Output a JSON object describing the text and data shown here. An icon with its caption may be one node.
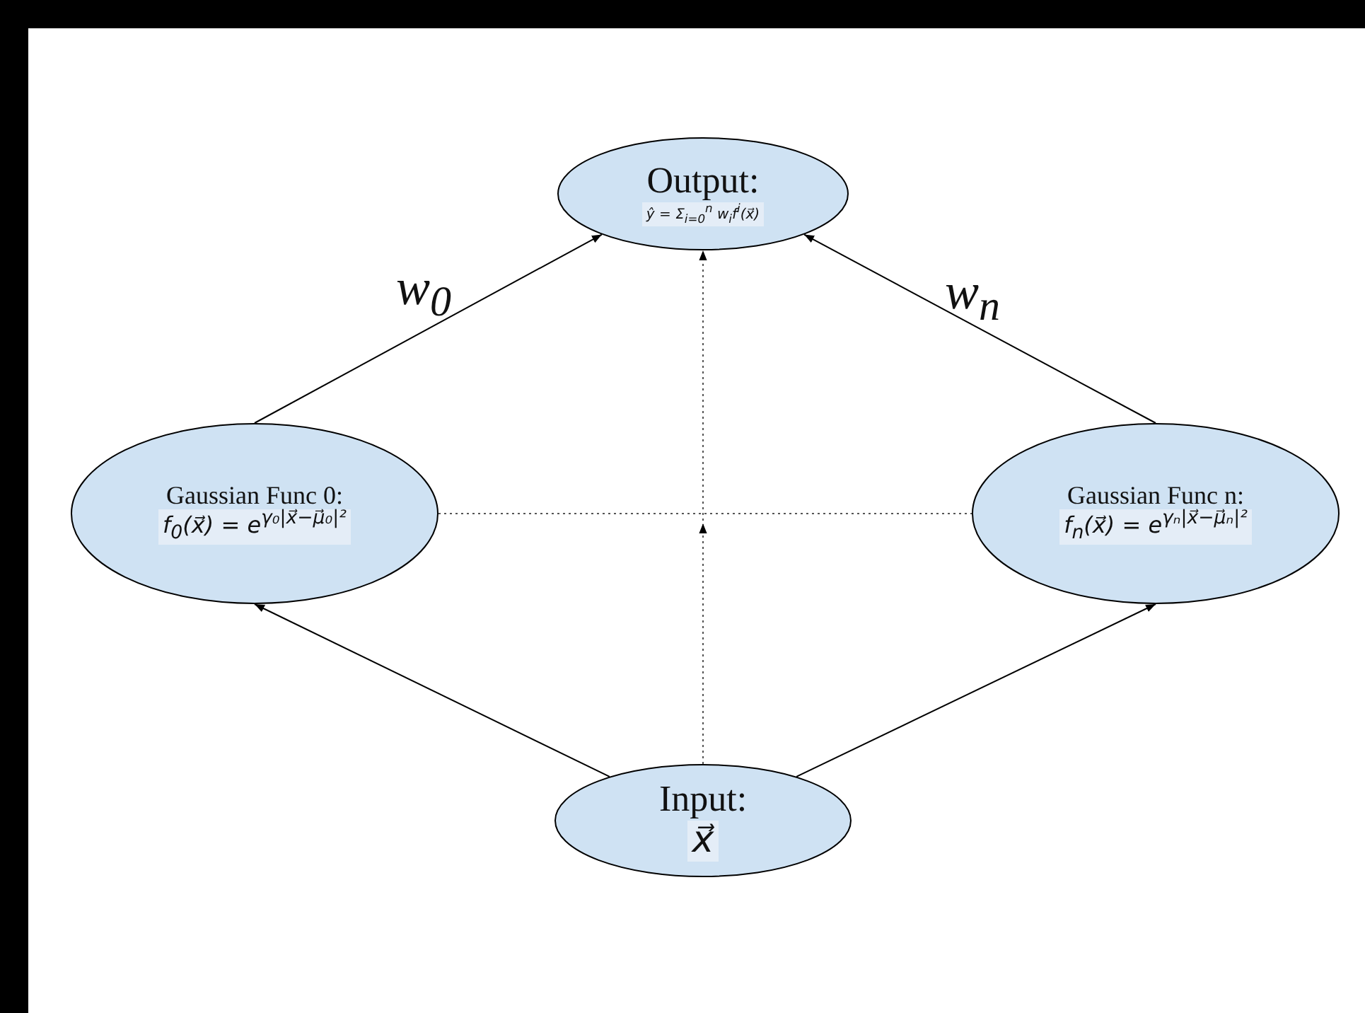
{
  "diagram": {
    "nodes": [
      {
        "text": [
          "Output:",
          "ŷ = Σ$_{i=0}$$^{n}$ w$_{i}$f$^{i}$(x⃗)"
        ]
      },
      {
        "text": [
          "Gaussian Func 0:",
          "f$_{0}$(x⃗) = e$^{γ₀|x⃗−μ⃗₀|²}$"
        ]
      },
      {
        "text": [
          "Gaussian Func n:",
          "f$_{n}$(x⃗) = e$^{γₙ|x⃗−μ⃗ₙ|²}$"
        ]
      },
      {
        "text": [
          "Input:",
          "x⃗"
        ]
      }
    ],
    "edges": [
      {
        "from": 1,
        "to": 0,
        "arrow": "to",
        "label": "w$_{0}$"
      },
      {
        "from": 2,
        "to": 0,
        "arrow": "to",
        "label": "w$_{n}$"
      },
      {
        "from": 3,
        "to": 1,
        "arrow": "to"
      },
      {
        "from": 3,
        "to": 2,
        "arrow": "to"
      },
      {
        "from": 3,
        "to": 0,
        "arrow": "to",
        "style": "dashed"
      },
      {
        "from": 1,
        "to": 2,
        "arrow": "none",
        "style": "dashed"
      }
    ]
  }
}
